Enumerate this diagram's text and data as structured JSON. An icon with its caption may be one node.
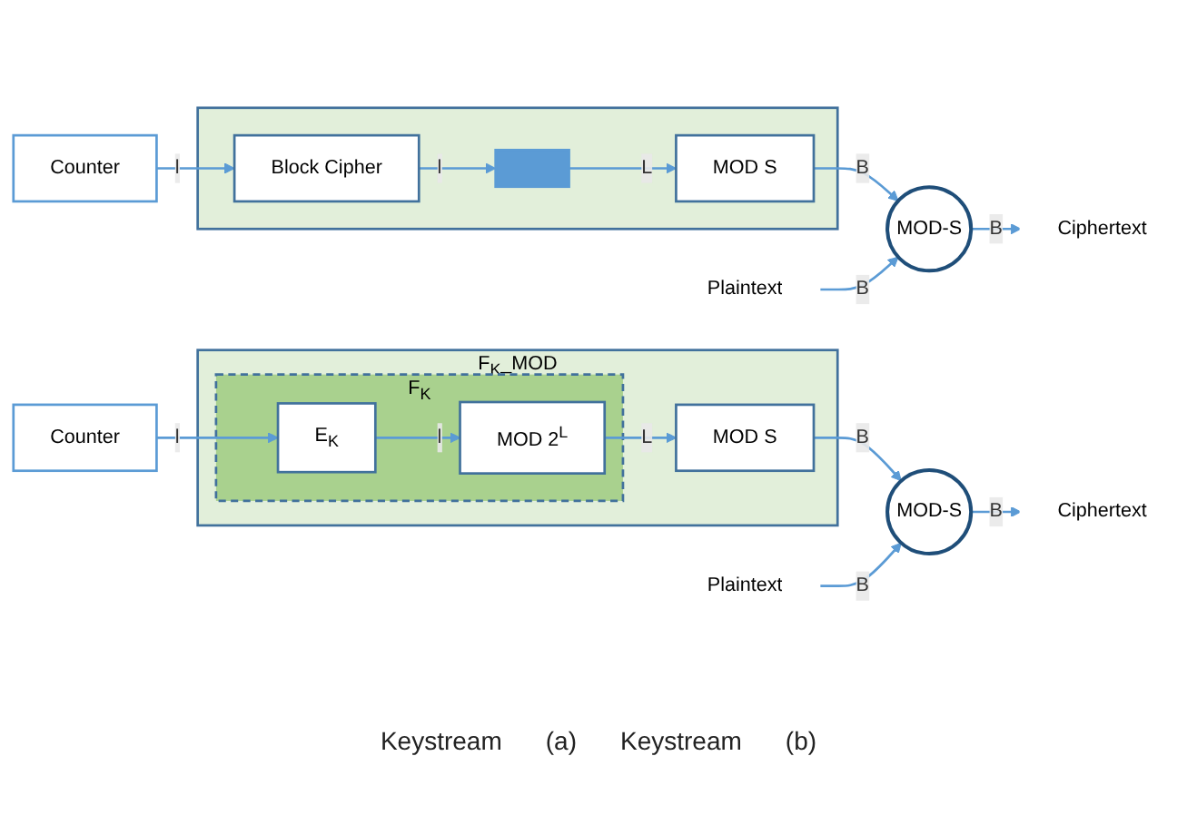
{
  "diagram": {
    "nodes": [
      {
        "text": [
          "Counter"
        ]
      },
      {
        "text": [],
        "shape": "box"
      },
      {
        "text": [
          "Block Cipher"
        ],
        "in": 1
      },
      {
        "text": [],
        "shape": "bar",
        "in": 1
      },
      {
        "text": [
          "MOD S"
        ],
        "in": 1
      },
      {
        "text": [
          "Plaintext"
        ]
      },
      {
        "text": [
          "MOD-S"
        ]
      },
      {
        "text": [
          "Ciphertext"
        ]
      },
      {
        "text": [
          "Counter"
        ]
      },
      {
        "text": [
          "F$_{K}$_MOD"
        ]
      },
      {
        "text": [
          "F$_{K}$"
        ],
        "in": 9
      },
      {
        "text": [
          "E$_{K}$"
        ],
        "in": 10
      },
      {
        "text": [
          "MOD 2$^{L}$"
        ],
        "in": 10
      },
      {
        "text": [
          "MOD S"
        ],
        "in": 9
      },
      {
        "text": [
          "Plaintext"
        ]
      },
      {
        "text": [
          "MOD-S"
        ]
      },
      {
        "text": [
          "Ciphertext"
        ]
      }
    ],
    "edges": [
      {
        "from": 0,
        "to": 2,
        "arrow": "to",
        "label": "l"
      },
      {
        "from": 2,
        "to": 3,
        "arrow": "to",
        "label": "l"
      },
      {
        "from": 3,
        "to": 4,
        "arrow": "to",
        "label": "L"
      },
      {
        "from": 4,
        "to": 6,
        "arrow": "to",
        "label": "B"
      },
      {
        "from": 5,
        "to": 6,
        "arrow": "to",
        "label": "B"
      },
      {
        "from": 6,
        "to": 7,
        "arrow": "to",
        "label": "B"
      },
      {
        "from": 8,
        "to": 11,
        "arrow": "to",
        "label": "l"
      },
      {
        "from": 11,
        "to": 12,
        "arrow": "to",
        "label": "l"
      },
      {
        "from": 12,
        "to": 13,
        "arrow": "to",
        "label": "L"
      },
      {
        "from": 13,
        "to": 15,
        "arrow": "to",
        "label": "B"
      },
      {
        "from": 14,
        "to": 15,
        "arrow": "to",
        "label": "B"
      },
      {
        "from": 15,
        "to": 16,
        "arrow": "to",
        "label": "B"
      }
    ],
    "labels": [
      "Keystream",
      "(a)",
      "Keystream",
      "(b)"
    ]
  }
}
